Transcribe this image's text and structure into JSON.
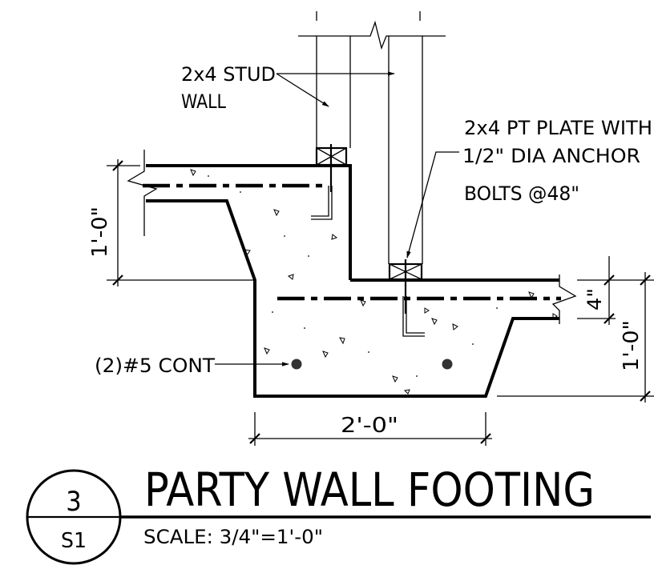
{
  "labels": {
    "stud_wall_line1": "2x4 STUD",
    "stud_wall_line2": "WALL",
    "pt_plate_line1": "2x4 PT PLATE WITH",
    "pt_plate_line2": "1/2\" DIA ANCHOR",
    "pt_plate_line3": "BOLTS @48\"",
    "rebar": "(2)#5 CONT"
  },
  "dimensions": {
    "left_height": "1'-0\"",
    "footing_width": "2'-0\"",
    "right_top": "4\"",
    "right_height": "1'-0\""
  },
  "title_block": {
    "detail_number": "3",
    "sheet_number": "S1",
    "title": "PARTY WALL FOOTING",
    "scale": "SCALE: 3/4\"=1'-0\""
  }
}
